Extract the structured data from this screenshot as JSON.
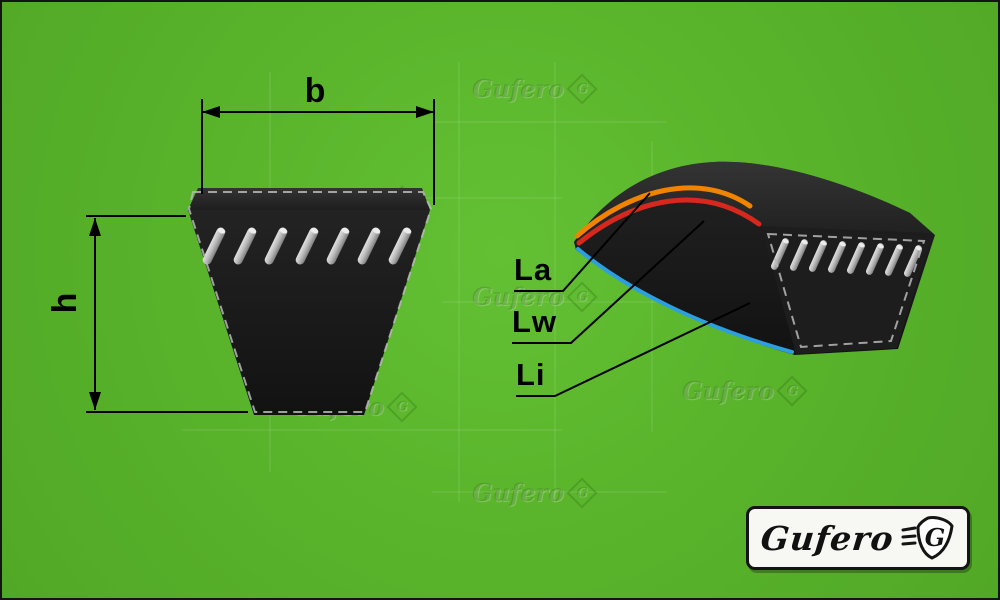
{
  "dimensions": {
    "width_label": "b",
    "height_label": "h"
  },
  "length_labels": {
    "la": "La",
    "lw": "Lw",
    "li": "Li"
  },
  "watermark": {
    "text": "Gufero",
    "badge": "G"
  },
  "logo": {
    "brand": "Gufero",
    "badge_letter": "G"
  },
  "colors": {
    "background": "#58b22a",
    "belt_dark": "#1a1a1a",
    "la_stripe": "#f08300",
    "lw_stripe": "#d7281e",
    "li_stripe": "#2d9fe0",
    "dimension_lines": "#000000"
  }
}
